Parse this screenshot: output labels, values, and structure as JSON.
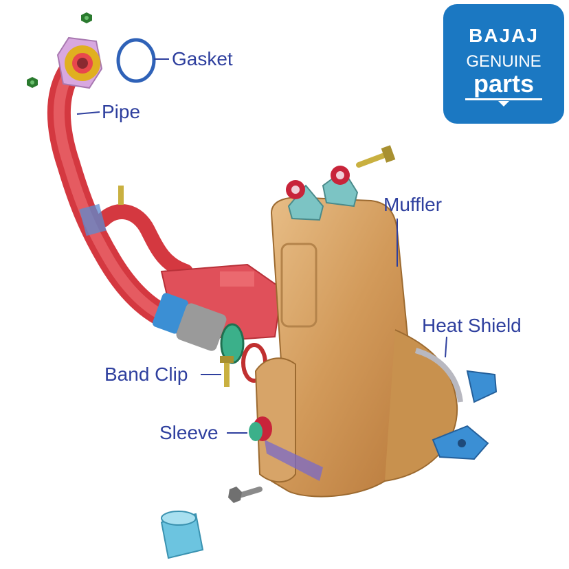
{
  "logo": {
    "line1": "BAJAJ",
    "line2": "GENUINE",
    "line3": "parts",
    "background_color": "#1b78c2"
  },
  "labels": {
    "gasket": "Gasket",
    "pipe": "Pipe",
    "muffler": "Muffler",
    "heat_shield": "Heat Shield",
    "band_clip": "Band Clip",
    "sleeve": "Sleeve"
  },
  "colors": {
    "label_text": "#2e3f9e",
    "pipe": "#e8474d",
    "muffler": "#d4a56a",
    "blue_parts": "#3b8fd4",
    "bolts": "#2a7a2e"
  }
}
